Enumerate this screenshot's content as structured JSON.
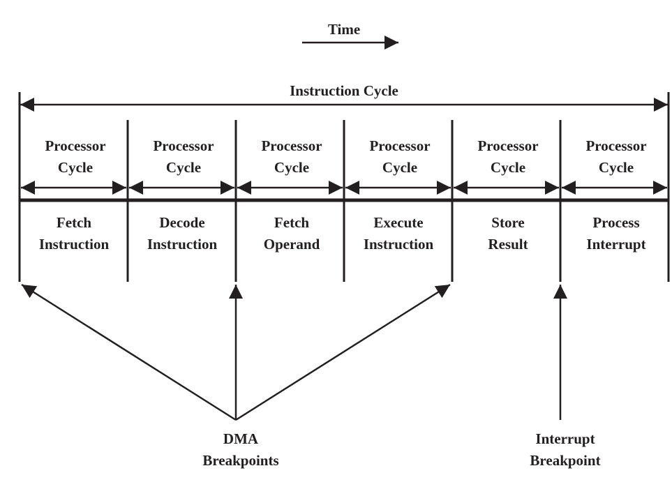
{
  "colors": {
    "ink": "#231f20",
    "background": "#ffffff"
  },
  "time_label": "Time",
  "instruction_cycle_label": "Instruction Cycle",
  "processor_cycles": [
    {
      "line1": "Processor",
      "line2": "Cycle"
    },
    {
      "line1": "Processor",
      "line2": "Cycle"
    },
    {
      "line1": "Processor",
      "line2": "Cycle"
    },
    {
      "line1": "Processor",
      "line2": "Cycle"
    },
    {
      "line1": "Processor",
      "line2": "Cycle"
    },
    {
      "line1": "Processor",
      "line2": "Cycle"
    }
  ],
  "stages": [
    {
      "line1": "Fetch",
      "line2": "Instruction"
    },
    {
      "line1": "Decode",
      "line2": "Instruction"
    },
    {
      "line1": "Fetch",
      "line2": "Operand"
    },
    {
      "line1": "Execute",
      "line2": "Instruction"
    },
    {
      "line1": "Store",
      "line2": "Result"
    },
    {
      "line1": "Process",
      "line2": "Interrupt"
    }
  ],
  "dma_breakpoints": {
    "line1": "DMA",
    "line2": "Breakpoints"
  },
  "interrupt_breakpoint": {
    "line1": "Interrupt",
    "line2": "Breakpoint"
  }
}
